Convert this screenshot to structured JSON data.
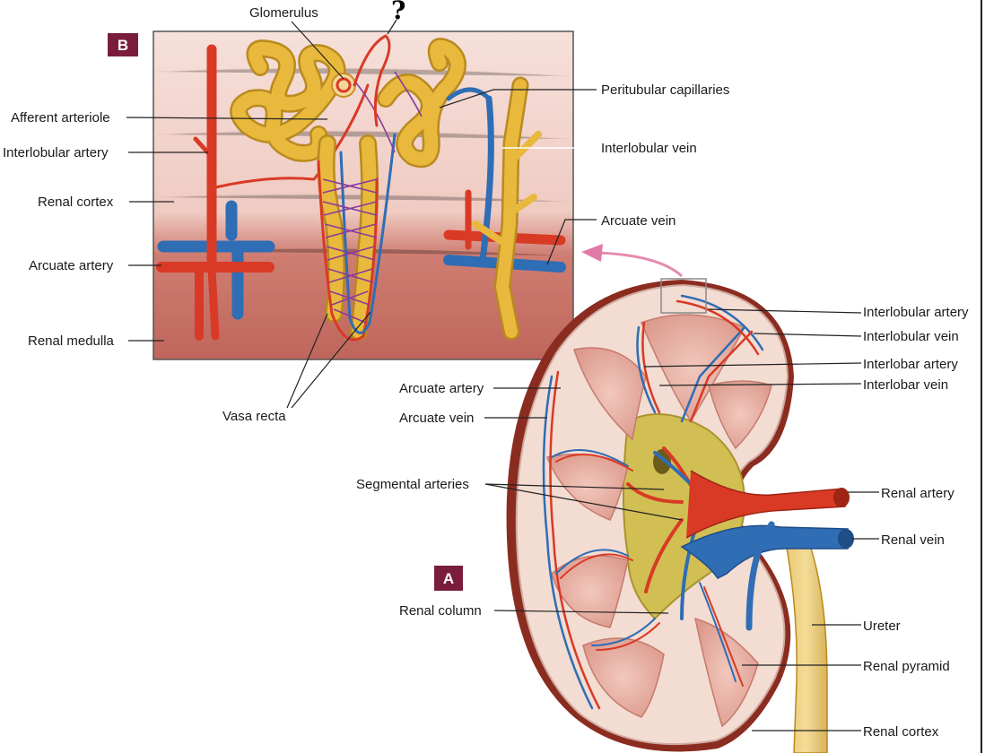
{
  "panel_b": {
    "badge": "B",
    "question_mark": "?",
    "labels": {
      "glomerulus": "Glomerulus",
      "afferent_arteriole": "Afferent arteriole",
      "interlobular_artery": "Interlobular artery",
      "renal_cortex": "Renal cortex",
      "arcuate_artery": "Arcuate artery",
      "renal_medulla": "Renal medulla",
      "peritubular_capillaries": "Peritubular capillaries",
      "interlobular_vein": "Interlobular vein",
      "arcuate_vein": "Arcuate vein",
      "vasa_recta": "Vasa recta"
    }
  },
  "panel_a": {
    "badge": "A",
    "labels": {
      "interlobular_artery": "Interlobular artery",
      "interlobular_vein": "Interlobular vein",
      "interlobar_artery": "Interlobar artery",
      "interlobar_vein": "Interlobar vein",
      "arcuate_artery": "Arcuate artery",
      "arcuate_vein": "Arcuate vein",
      "segmental_arteries": "Segmental arteries",
      "renal_artery": "Renal artery",
      "renal_vein": "Renal vein",
      "renal_column": "Renal column",
      "ureter": "Ureter",
      "renal_pyramid": "Renal pyramid",
      "renal_cortex": "Renal cortex"
    }
  },
  "colors": {
    "artery": "#d93a25",
    "vein": "#2f6db5",
    "tubule": "#e8b93c",
    "capillary": "#8a3b9c",
    "cortex_bg": "#f1d2cb",
    "medulla_bg": "#c8736a",
    "badge": "#7a1d3c"
  }
}
